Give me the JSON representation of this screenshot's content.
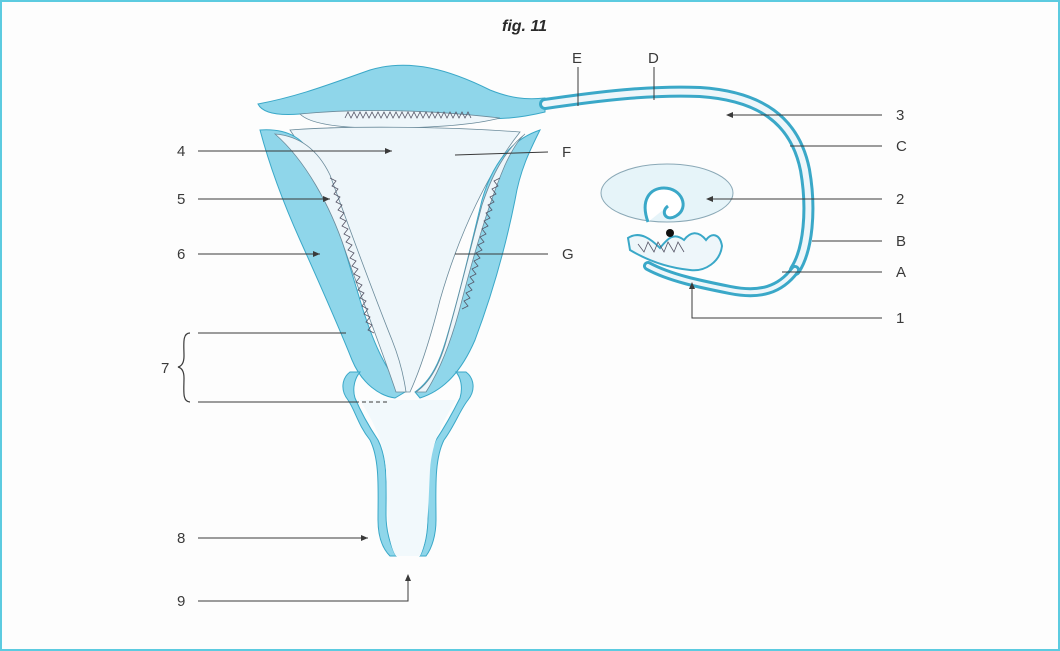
{
  "figure": {
    "title": "fig. 11"
  },
  "labels": {
    "numbers": [
      "1",
      "2",
      "3",
      "4",
      "5",
      "6",
      "7",
      "8",
      "9"
    ],
    "letters": [
      "A",
      "B",
      "C",
      "D",
      "E",
      "F",
      "G"
    ]
  },
  "colors": {
    "border": "#5ccbe0",
    "tissue": "#8fd6ea",
    "tissue_dark": "#2f9fd0",
    "lumen": "#eef6fa"
  }
}
